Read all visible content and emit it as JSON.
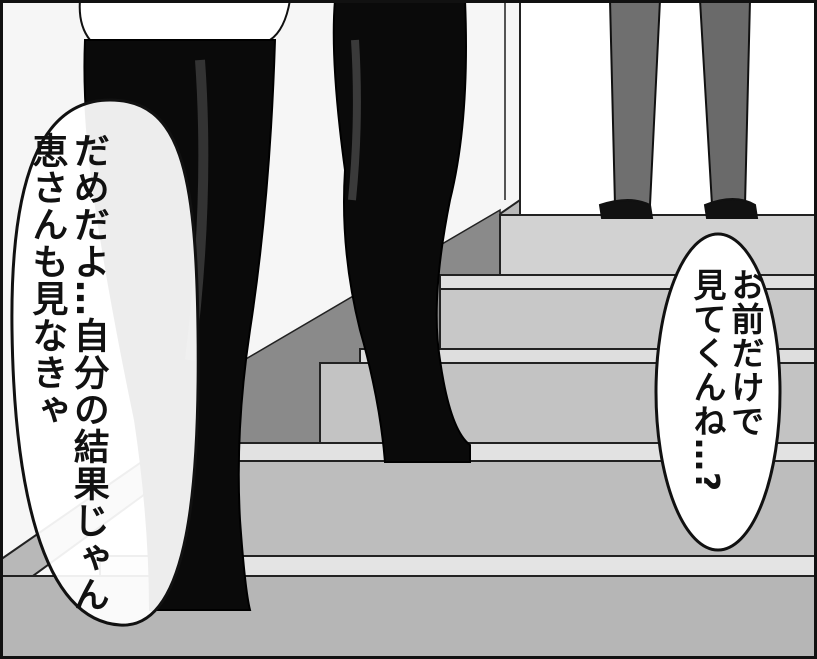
{
  "left_bubble": {
    "lines": [
      "だめだよ…自分の結果じゃん",
      "恵さんも見なきゃ"
    ]
  },
  "right_bubble": {
    "lines": [
      "お前だけで",
      "見てくんね…?"
    ]
  },
  "colors": {
    "ink": "#111111",
    "step_face": "#cfcfcf",
    "step_riser": "#bdbdbd",
    "wall": "#f4f4f4",
    "rail": "#9a9a9a",
    "trousers": "#0a0a0a",
    "pants_grey": "#6f6f6f"
  }
}
